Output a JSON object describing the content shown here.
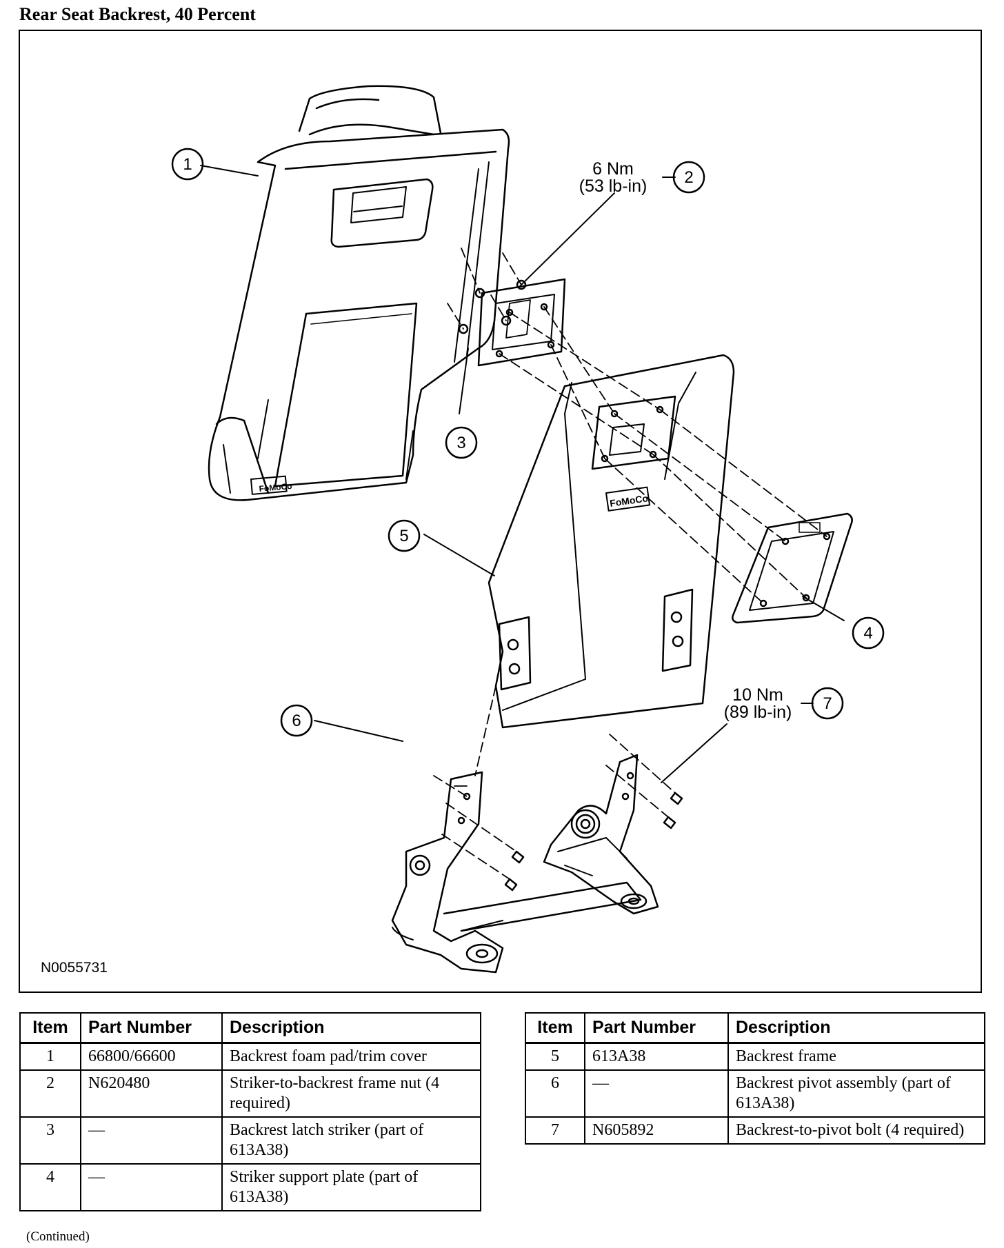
{
  "title": "Rear Seat Backrest, 40 Percent",
  "figure": {
    "id": "N0055731",
    "callouts": [
      {
        "number": "1"
      },
      {
        "number": "2",
        "torque_nm": "6 Nm",
        "torque_lbin": "(53 lb-in)"
      },
      {
        "number": "3"
      },
      {
        "number": "4"
      },
      {
        "number": "5"
      },
      {
        "number": "6"
      },
      {
        "number": "7",
        "torque_nm": "10 Nm",
        "torque_lbin": "(89 lb-in)"
      }
    ],
    "labels": {
      "fomoco": "FoMoCo"
    }
  },
  "tables": {
    "headers": {
      "item": "Item",
      "part_number": "Part Number",
      "description": "Description"
    },
    "left_rows": [
      {
        "item": "1",
        "part_number": "66800/66600",
        "description": "Backrest foam pad/trim cover"
      },
      {
        "item": "2",
        "part_number": "N620480",
        "description": "Striker-to-backrest frame nut (4 required)"
      },
      {
        "item": "3",
        "part_number": "—",
        "description": "Backrest latch striker (part of 613A38)"
      },
      {
        "item": "4",
        "part_number": "—",
        "description": "Striker support plate (part of 613A38)"
      }
    ],
    "right_rows": [
      {
        "item": "5",
        "part_number": "613A38",
        "description": "Backrest frame"
      },
      {
        "item": "6",
        "part_number": "—",
        "description": "Backrest pivot assembly (part of 613A38)"
      },
      {
        "item": "7",
        "part_number": "N605892",
        "description": "Backrest-to-pivot bolt (4 required)"
      }
    ]
  },
  "footer": "(Continued)"
}
